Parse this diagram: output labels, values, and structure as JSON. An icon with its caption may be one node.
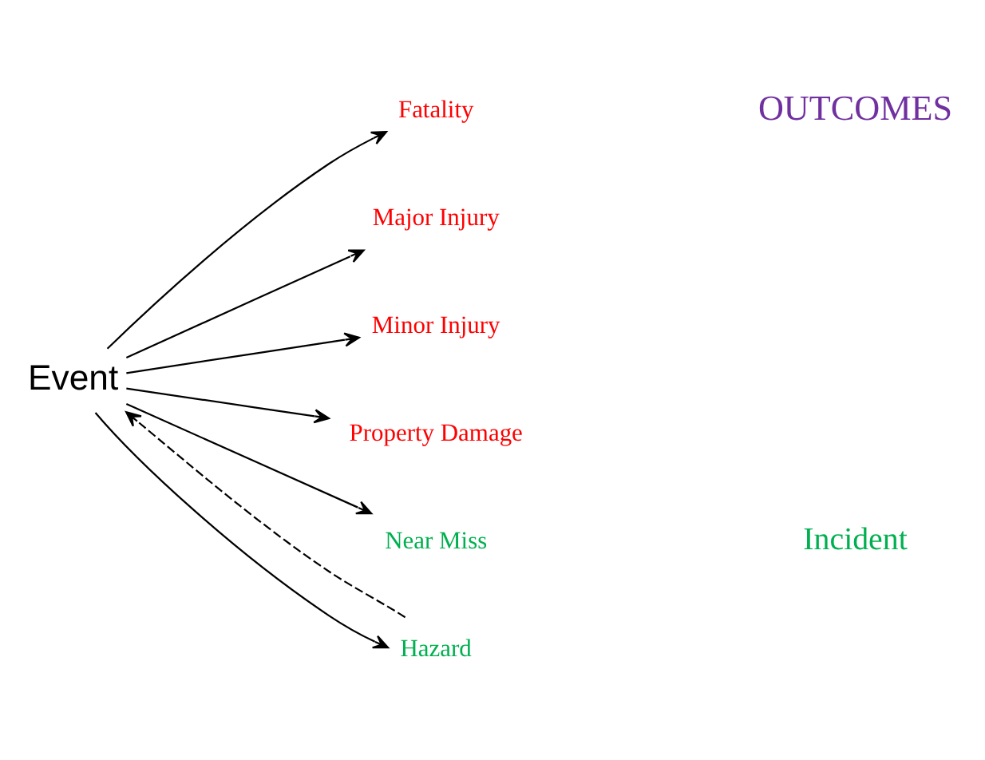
{
  "diagram": {
    "nodes": [
      {
        "text": [
          "Event"
        ]
      },
      {
        "text": [
          "Fatality"
        ]
      },
      {
        "text": [
          "Major Injury"
        ]
      },
      {
        "text": [
          "Minor Injury"
        ]
      },
      {
        "text": [
          "Property Damage"
        ]
      },
      {
        "text": [
          "Near Miss"
        ]
      },
      {
        "text": [
          "Hazard"
        ]
      }
    ],
    "edges": [
      {
        "from": 0,
        "to": 1,
        "arrow": "to"
      },
      {
        "from": 0,
        "to": 2,
        "arrow": "to"
      },
      {
        "from": 0,
        "to": 3,
        "arrow": "to"
      },
      {
        "from": 0,
        "to": 4,
        "arrow": "to"
      },
      {
        "from": 0,
        "to": 5,
        "arrow": "to"
      },
      {
        "from": 0,
        "to": 6,
        "arrow": "to"
      },
      {
        "from": 6,
        "to": 0,
        "arrow": "to",
        "style": "dashed"
      }
    ],
    "labels": [
      "OUTCOMES",
      "Incident"
    ]
  }
}
